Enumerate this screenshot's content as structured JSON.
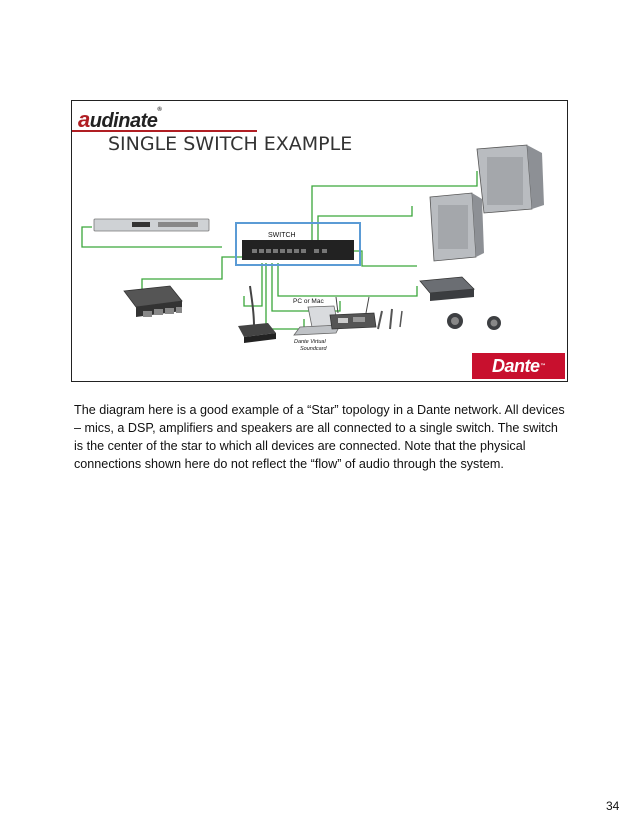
{
  "slide": {
    "brand_logo": "audinate",
    "title": "SINGLE SWITCH EXAMPLE",
    "diagram": {
      "switch_label": "SWITCH",
      "pc_label": "PC or Mac",
      "soundcard_label_line1": "Dante Virtual",
      "soundcard_label_line2": "Soundcard"
    },
    "footer_logo": "Dante",
    "colors": {
      "brand_red": "#b01e23",
      "dante_red": "#c8102e",
      "cable_green": "#3aa63a",
      "switch_outline": "#5b9bd5"
    }
  },
  "body": {
    "paragraph": "The diagram here is a good example of a “Star” topology in a Dante network. All devices – mics, a DSP, amplifiers and speakers are all connected to a single switch. The switch is the center of the star to which all devices are connected. Note that the physical connections shown here do not reflect the “flow” of audio through the system."
  },
  "page_number": "34"
}
